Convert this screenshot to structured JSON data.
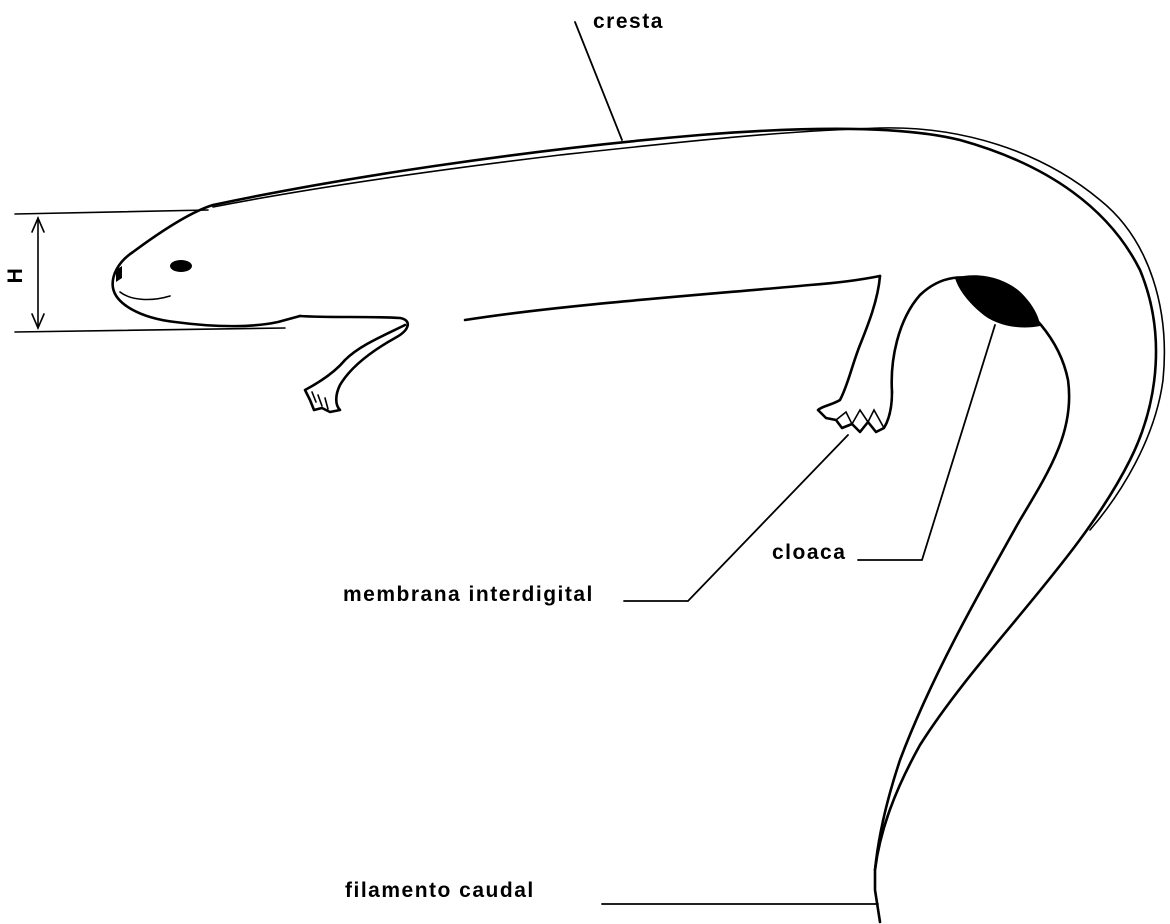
{
  "figure": {
    "labels": {
      "height_marker": "H",
      "crest": "cresta",
      "cloaca": "cloaca",
      "interdigital_membrane": "membrana interdigital",
      "caudal_filament": "filamento caudal"
    }
  }
}
